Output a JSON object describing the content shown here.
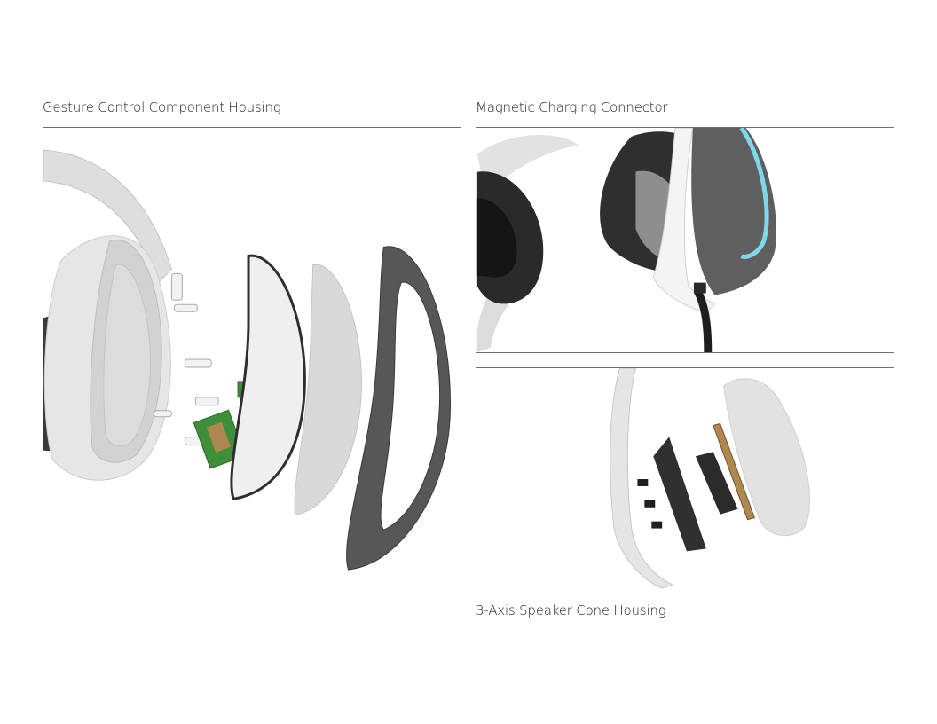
{
  "captions": {
    "gesture": "Gesture Control Component Housing",
    "magnetic": "Magnetic Charging Connector",
    "speaker": "3-Axis Speaker Cone Housing"
  },
  "colors": {
    "frame": "#6f6f6f",
    "shell": "#e3e3e3",
    "dark_shell": "#575757",
    "cushion": "#2d2d2d",
    "led_ring": "#7fd8ea",
    "pcb": "#3f8f3a",
    "copper": "#b0874e"
  }
}
